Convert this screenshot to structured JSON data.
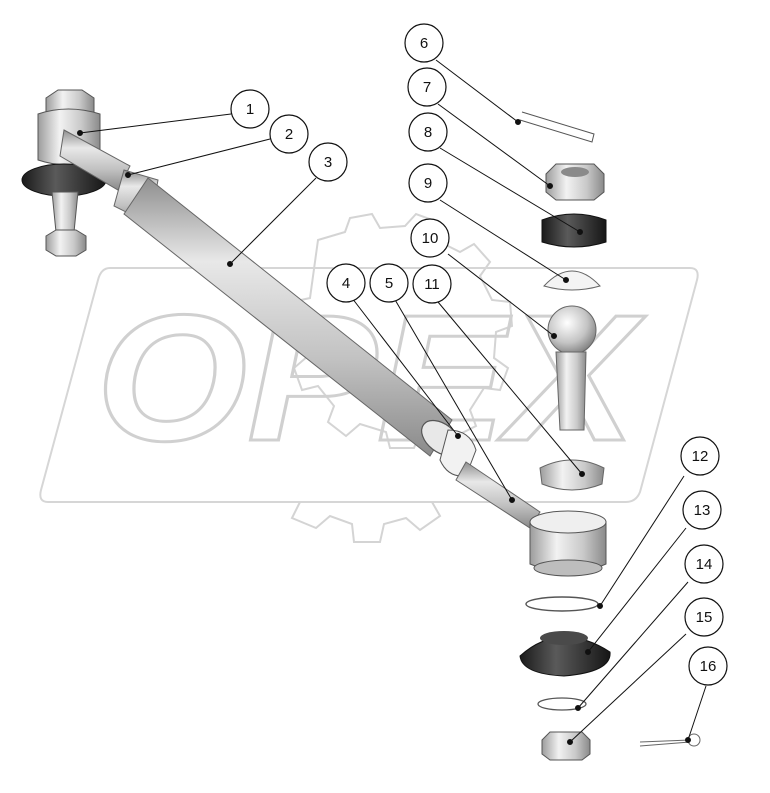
{
  "watermark": {
    "text": "OPEX"
  },
  "callouts": [
    {
      "label": "1"
    },
    {
      "label": "2"
    },
    {
      "label": "3"
    },
    {
      "label": "4"
    },
    {
      "label": "5"
    },
    {
      "label": "6"
    },
    {
      "label": "7"
    },
    {
      "label": "8"
    },
    {
      "label": "9"
    },
    {
      "label": "10"
    },
    {
      "label": "11"
    },
    {
      "label": "12"
    },
    {
      "label": "13"
    },
    {
      "label": "14"
    },
    {
      "label": "15"
    },
    {
      "label": "16"
    }
  ],
  "colors": {
    "metal_light": "#e4e4e4",
    "metal_mid": "#b8b8b8",
    "metal_dark": "#7a7a7a",
    "rubber": "#2a2a2a",
    "watermark": "#d2d2d2",
    "line": "#111111"
  }
}
